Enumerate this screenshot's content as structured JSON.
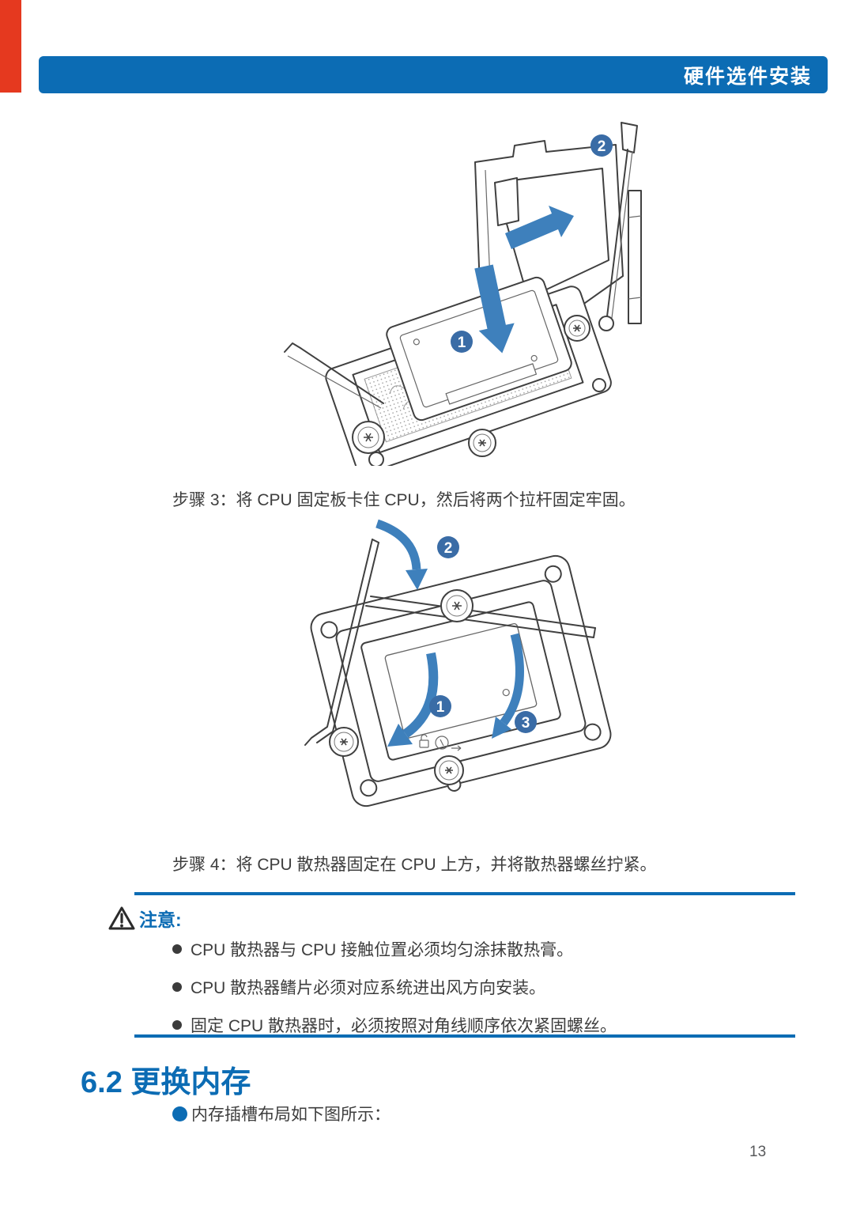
{
  "header": {
    "title": "硬件选件安装"
  },
  "colors": {
    "accent_blue": "#0C6CB4",
    "corner_tab_red": "#E5391F",
    "arrow_blue": "#3E80BC",
    "badge_blue": "#3A6CA6",
    "body_text": "#3d3d3d"
  },
  "figure1": {
    "badges": [
      "1",
      "2"
    ]
  },
  "figure2": {
    "badges": [
      "1",
      "2",
      "3"
    ]
  },
  "steps": {
    "step3": "步骤 3：将 CPU 固定板卡住 CPU，然后将两个拉杆固定牢固。",
    "step4": "步骤 4：将 CPU 散热器固定在 CPU 上方，并将散热器螺丝拧紧。"
  },
  "note": {
    "title": "注意:",
    "bullets": [
      "CPU 散热器与 CPU 接触位置必须均匀涂抹散热膏。",
      "CPU 散热器鳍片必须对应系统进出风方向安装。",
      "固定 CPU 散热器时，必须按照对角线顺序依次紧固螺丝。"
    ]
  },
  "section": {
    "heading": "6.2 更换内存",
    "bullet": "内存插槽布局如下图所示："
  },
  "footer": {
    "page_number": "13"
  }
}
